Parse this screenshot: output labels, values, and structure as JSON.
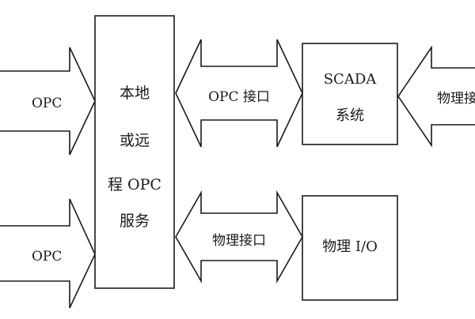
{
  "diagram": {
    "colors": {
      "stroke": "#1a1a1a",
      "fill": "#ffffff"
    },
    "server": {
      "lines": [
        "本地",
        "或远",
        "程 OPC",
        "服务"
      ]
    },
    "scada": {
      "lines": [
        "SCADA",
        "系统"
      ]
    },
    "physical_io": {
      "label": "物理 I/O"
    },
    "arrows": {
      "opc_in_top": "OPC",
      "opc_in_bottom": "OPC",
      "opc_interface": "OPC 接口",
      "physical_interface_right": "物理接",
      "physical_interface_middle": "物理接口"
    }
  }
}
